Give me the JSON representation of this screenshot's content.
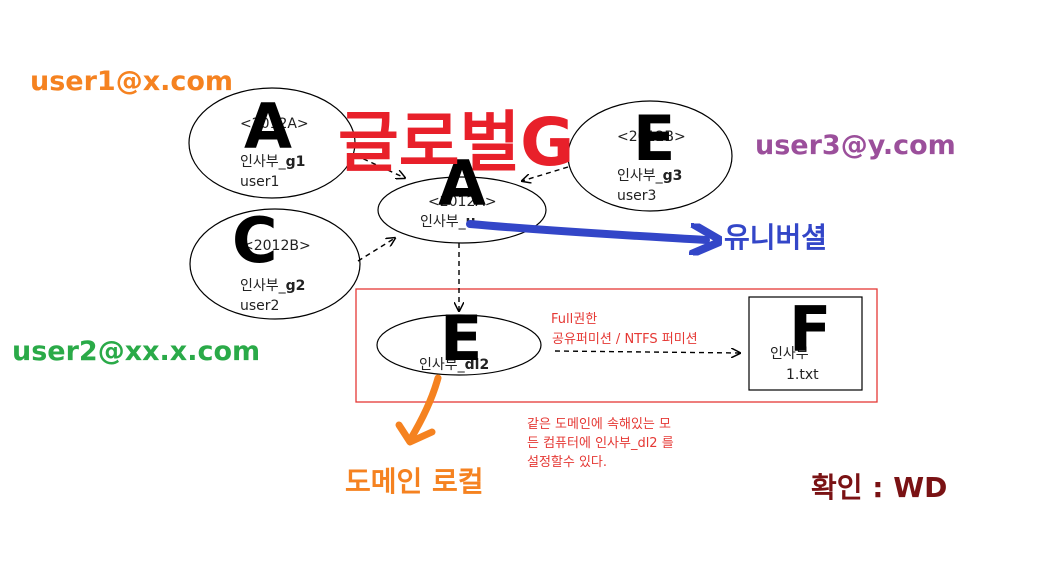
{
  "colors": {
    "orange": "#f58220",
    "purple": "#9b4f9b",
    "green": "#2aaa48",
    "blue": "#3346c8",
    "red": "#e8202a",
    "darkred": "#7a1214",
    "note_red": "#e53935",
    "note_blue": "#3a7bbf"
  },
  "emails": {
    "user1": "user1@x.com",
    "user2": "user2@xx.x.com",
    "user3": "user3@y.com"
  },
  "nodes": {
    "g1": {
      "tag": "<2012A>",
      "group": "인사부_",
      "group_suffix": "g1",
      "user": "user1",
      "letter": "A"
    },
    "g2": {
      "tag": "<2012B>",
      "group": "인사부_",
      "group_suffix": "g2",
      "user": "user2",
      "letter": "C"
    },
    "g3": {
      "tag": "<2012B>",
      "group": "인사부_",
      "group_suffix": "g3",
      "user": "user3",
      "letter": "E"
    },
    "u": {
      "tag": "<2012A>",
      "group": "인사부_",
      "group_suffix": "u",
      "letter": "A"
    },
    "dl2": {
      "group": "인사부_",
      "group_suffix": "dl2",
      "letter": "E"
    },
    "file": {
      "line1": "인사부",
      "line2": "1.txt",
      "letter": "F"
    }
  },
  "labels": {
    "global": "글로벌G",
    "universal": "유니버셜",
    "domain_local": "도메인 로컬",
    "confirm": "확인 : WD",
    "full_perm": "Full권한",
    "share_perm": "공유퍼미션 / NTFS 퍼미션",
    "note_line1": "같은 도메인에 속해있는 모",
    "note_line2": "든 컴퓨터에 인사부_dl2 를",
    "note_line3": "설정할수 있다."
  }
}
